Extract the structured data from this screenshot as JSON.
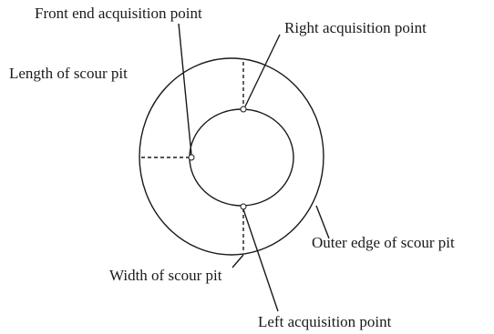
{
  "diagram": {
    "labels": {
      "front_end": "Front end acquisition point",
      "right": "Right acquisition point",
      "length": "Length of scour pit",
      "outer_edge": "Outer edge of scour pit",
      "width": "Width of scour pit",
      "left": "Left acquisition point"
    }
  }
}
